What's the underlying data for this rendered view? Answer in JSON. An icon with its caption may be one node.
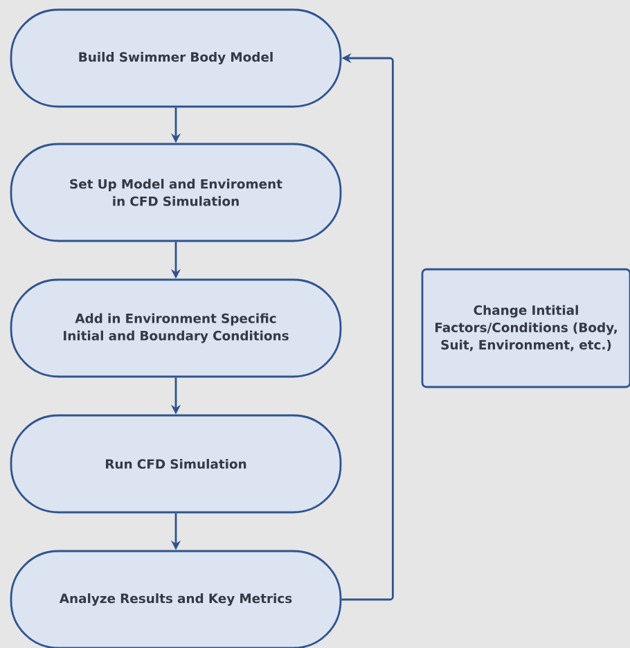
{
  "diagram": {
    "nodes": [
      {
        "text": [
          "Build Swimmer Body Model"
        ]
      },
      {
        "text": [
          "Set Up Model and Enviroment in CFD Simulation"
        ]
      },
      {
        "text": [
          "Add in Environment Specific Initial and Boundary Conditions"
        ]
      },
      {
        "text": [
          "Run CFD Simulation"
        ]
      },
      {
        "text": [
          "Analyze Results and Key Metrics"
        ]
      },
      {
        "text": [
          "Change Intitial Factors/Conditions (Body, Suit, Environment, etc.)"
        ]
      }
    ],
    "edges": [
      {
        "from": 0,
        "to": 1,
        "arrow": "to"
      },
      {
        "from": 1,
        "to": 2,
        "arrow": "to"
      },
      {
        "from": 2,
        "to": 3,
        "arrow": "to"
      },
      {
        "from": 3,
        "to": 4,
        "arrow": "to"
      },
      {
        "from": 4,
        "to": 0,
        "arrow": "to"
      }
    ]
  }
}
